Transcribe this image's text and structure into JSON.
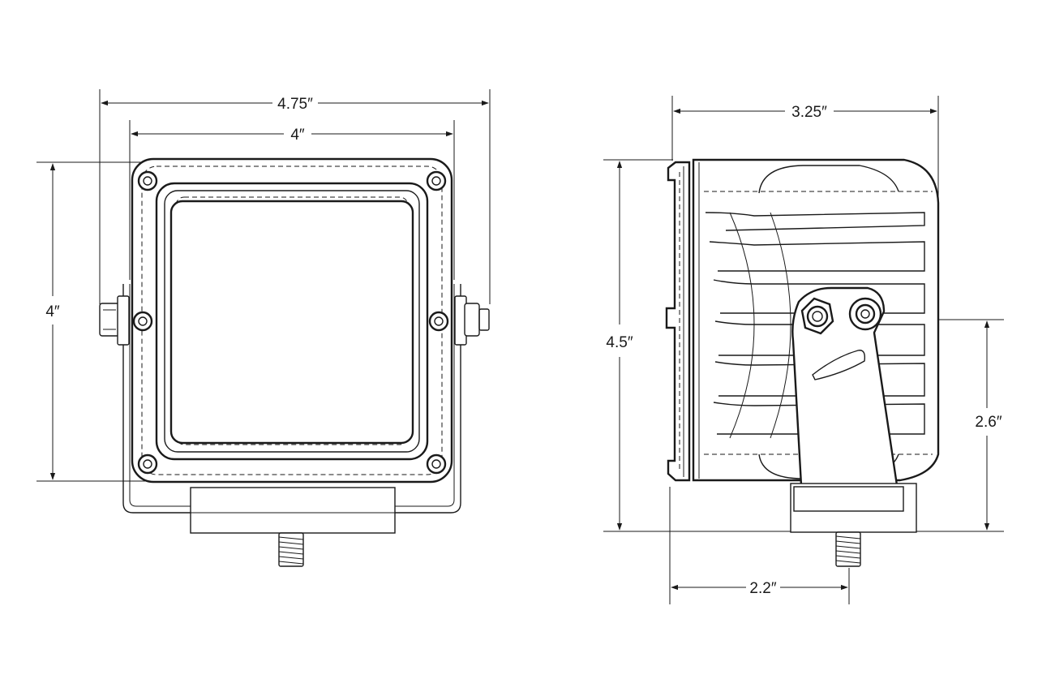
{
  "front_view": {
    "overall_width_label": "4.75″",
    "housing_width_label": "4″",
    "housing_height_label": "4″"
  },
  "side_view": {
    "depth_label": "3.25″",
    "overall_height_label": "4.5″",
    "mount_height_label": "2.6″",
    "mount_offset_label": "2.2″"
  }
}
